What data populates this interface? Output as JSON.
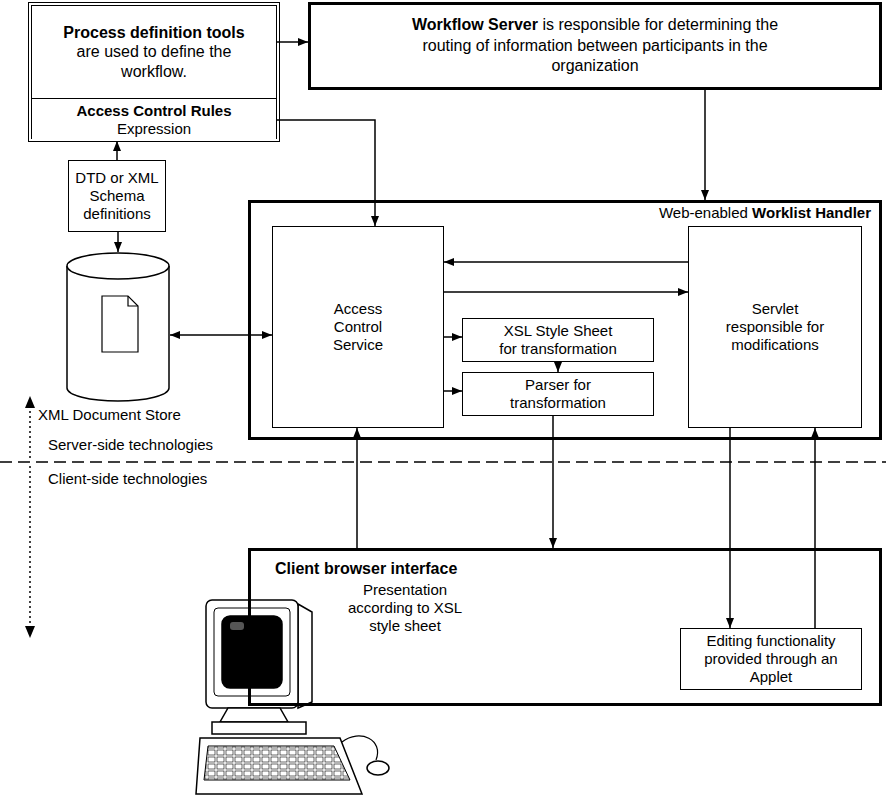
{
  "diagram": {
    "nodes": [
      {
        "text": [
          "Process definition tools",
          "are used to define the workflow."
        ]
      },
      {
        "text": [
          "Access Control Rules",
          "Expression"
        ]
      },
      {
        "text": [
          "Workflow Server",
          "is responsible for determining the routing of information between participants in the organization"
        ]
      },
      {
        "text": [
          "Web-enabled",
          "Worklist Handler"
        ]
      },
      {
        "text": [
          "DTD or XML Schema definitions"
        ]
      },
      {
        "text": [
          "XML Document Store"
        ]
      },
      {
        "text": [
          "Access Control Service"
        ],
        "in": 3
      },
      {
        "text": [
          "XSL Style Sheet for transformation"
        ],
        "in": 3
      },
      {
        "text": [
          "Parser for transformation"
        ],
        "in": 3
      },
      {
        "text": [
          "Servlet responsible for modifications"
        ],
        "in": 3
      },
      {
        "text": [
          "Client browser interface",
          "Presentation according to XSL style sheet"
        ]
      },
      {
        "text": [
          "Editing functionality provided through an Applet"
        ],
        "in": 10
      }
    ],
    "edges": [
      {
        "from": 0,
        "to": 2,
        "arrow": "to"
      },
      {
        "from": 2,
        "to": 3,
        "arrow": "to"
      },
      {
        "from": 1,
        "to": 6,
        "arrow": "to"
      },
      {
        "from": 4,
        "to": 1,
        "arrow": "to"
      },
      {
        "from": 4,
        "to": 5,
        "arrow": "to"
      },
      {
        "from": 5,
        "to": 6,
        "arrow": "both"
      },
      {
        "from": 9,
        "to": 6,
        "arrow": "to"
      },
      {
        "from": 6,
        "to": 9,
        "arrow": "to"
      },
      {
        "from": 6,
        "to": 7,
        "arrow": "to"
      },
      {
        "from": 6,
        "to": 8,
        "arrow": "to"
      },
      {
        "from": 7,
        "to": 8,
        "arrow": "to"
      },
      {
        "from": 8,
        "to": 10,
        "arrow": "to"
      },
      {
        "from": 10,
        "to": 6,
        "arrow": "to"
      },
      {
        "from": 9,
        "to": 11,
        "arrow": "to"
      },
      {
        "from": 11,
        "to": 9,
        "arrow": "to"
      }
    ],
    "labels": [
      "Server-side technologies",
      "Client-side technologies"
    ]
  }
}
